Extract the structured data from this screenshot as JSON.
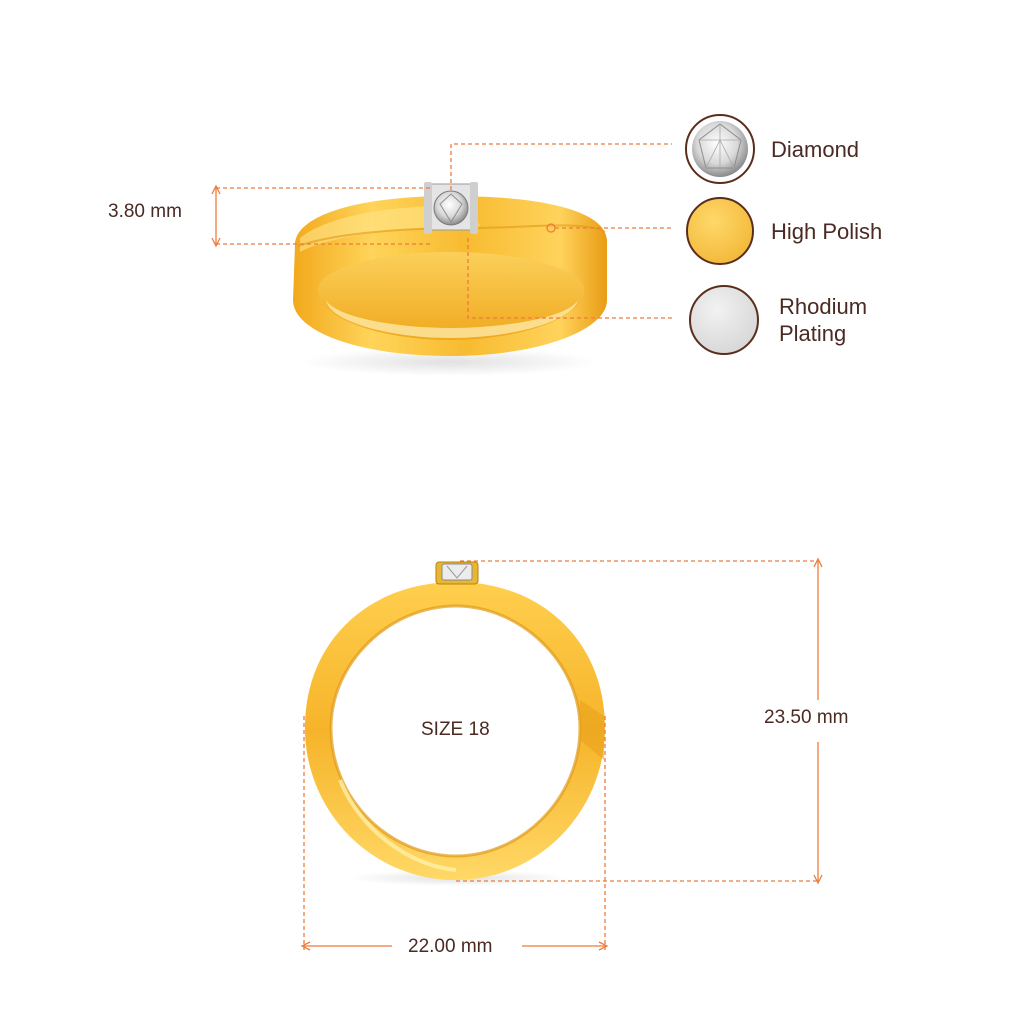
{
  "legend": {
    "items": [
      {
        "label": "Diamond",
        "color": "#e6e6e6",
        "icon": "diamond-icon"
      },
      {
        "label": "High Polish",
        "color": "#f6c54e",
        "icon": "gold-swatch-icon"
      },
      {
        "label": "Rhodium",
        "label2": "Plating",
        "color": "#e2e2e2",
        "icon": "rhodium-swatch-icon"
      }
    ]
  },
  "dimensions": {
    "height": "3.80 mm",
    "outer_height": "23.50 mm",
    "outer_width": "22.00 mm",
    "size": "SIZE 18"
  },
  "colors": {
    "accent": "#ee7b3a",
    "gold_light": "#ffd766",
    "gold": "#f5b62a",
    "gold_dark": "#d98f12",
    "swatch_border": "#5a2d1c"
  }
}
